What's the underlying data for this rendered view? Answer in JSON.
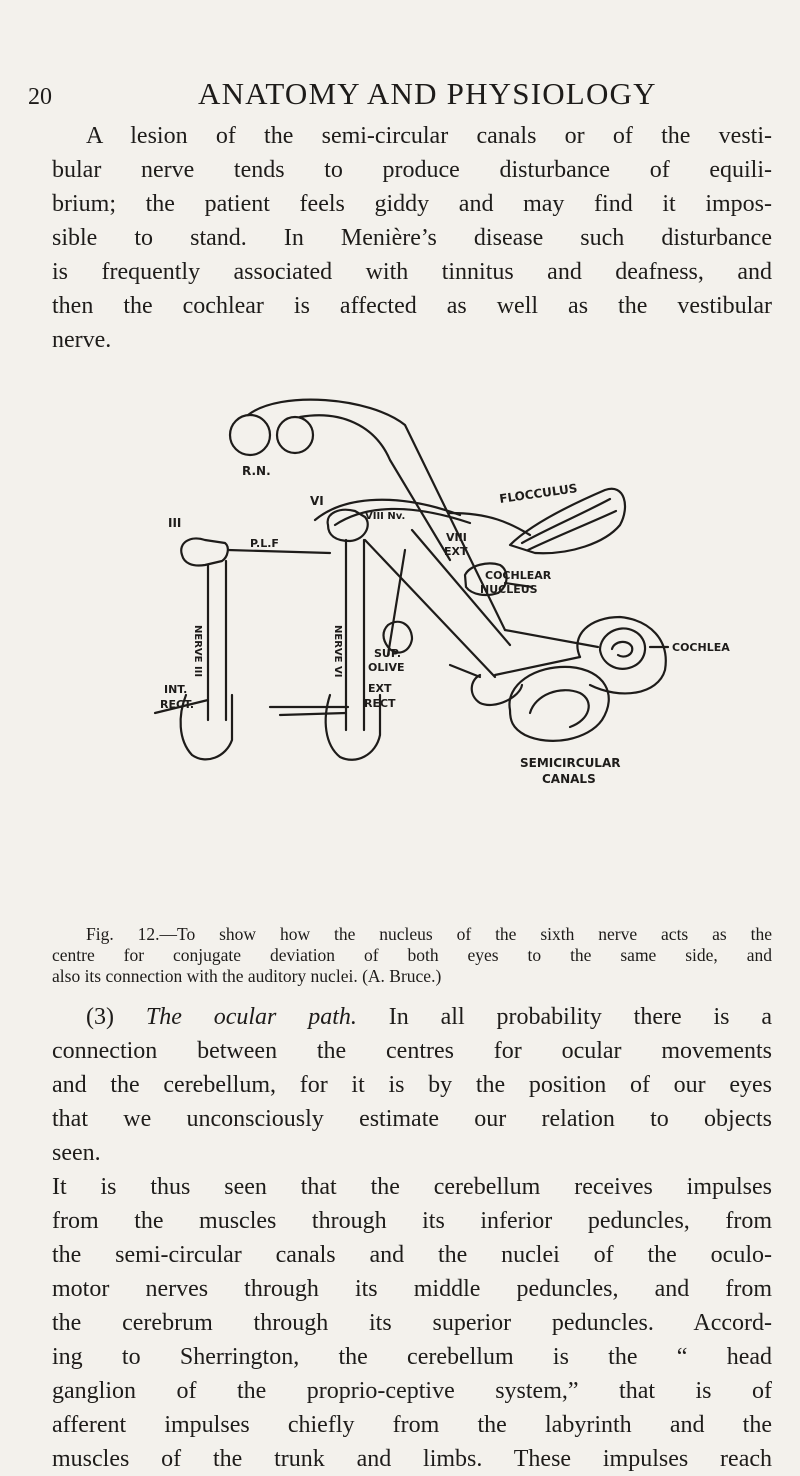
{
  "header": {
    "page_number": "20",
    "running_head": "ANATOMY AND PHYSIOLOGY"
  },
  "paragraph1": {
    "lines": [
      "A lesion of the semi-circular canals or of the vesti-",
      "bular nerve tends to produce disturbance of equili-",
      "brium; the patient feels giddy and may find it impos-",
      "sible to stand. In Menière’s disease such disturbance",
      "is frequently associated with tinnitus and deafness, and",
      "then the cochlear is affected as well as the vestibular",
      "nerve."
    ]
  },
  "figure": {
    "labels": {
      "rn": "R.N.",
      "iii": "III",
      "vi": "VI",
      "plf": "P.L.F",
      "viii_nv": "VIII Nv.",
      "viii_ext": "VIII",
      "ext_top": "EXT",
      "flocculus": "FLOCCULUS",
      "cochlear_nucleus_1": "COCHLEAR",
      "cochlear_nucleus_2": "NUCLEUS",
      "cochlea": "COCHLEA",
      "int": "INT.",
      "rect_left": "RECT.",
      "sup": "SUP.",
      "olive": "OLIVE",
      "ext_mid": "EXT",
      "rect_mid": "RECT",
      "left_nucleus_III": "III",
      "left_nerve_III": "NERVE III",
      "mid_nucleus_VI": "VI",
      "mid_nerve_VI": "NERVE VI",
      "semicircular": "SEMICIRCULAR",
      "canals": "CANALS"
    }
  },
  "caption": {
    "lines": [
      "Fig. 12.—To show how the nucleus of the sixth nerve acts as the",
      "centre for conjugate deviation of both eyes to the same side, and",
      "also its connection with the auditory nuclei. (A. Bruce.)"
    ]
  },
  "paragraph2": {
    "number": "(3)",
    "heading": "The ocular path.",
    "first_line_rest": "In all probability there is a",
    "lines": [
      "connection between the centres for ocular movements",
      "and the cerebellum, for it is by the position of our eyes",
      "that we unconsciously estimate our relation to objects",
      "seen."
    ]
  },
  "paragraph3": {
    "lines": [
      "It is thus seen that the cerebellum receives impulses",
      "from the muscles through its inferior peduncles, from",
      "the semi-circular canals and the nuclei of the oculo-",
      "motor nerves through its middle peduncles, and from",
      "the cerebrum through its superior peduncles. Accord-",
      "ing to Sherrington, the cerebellum is the “ head",
      "ganglion of the proprio-ceptive system,” that is of",
      "afferent impulses chiefly from the labyrinth and the",
      "muscles of the trunk and limbs. These impulses reach"
    ]
  }
}
